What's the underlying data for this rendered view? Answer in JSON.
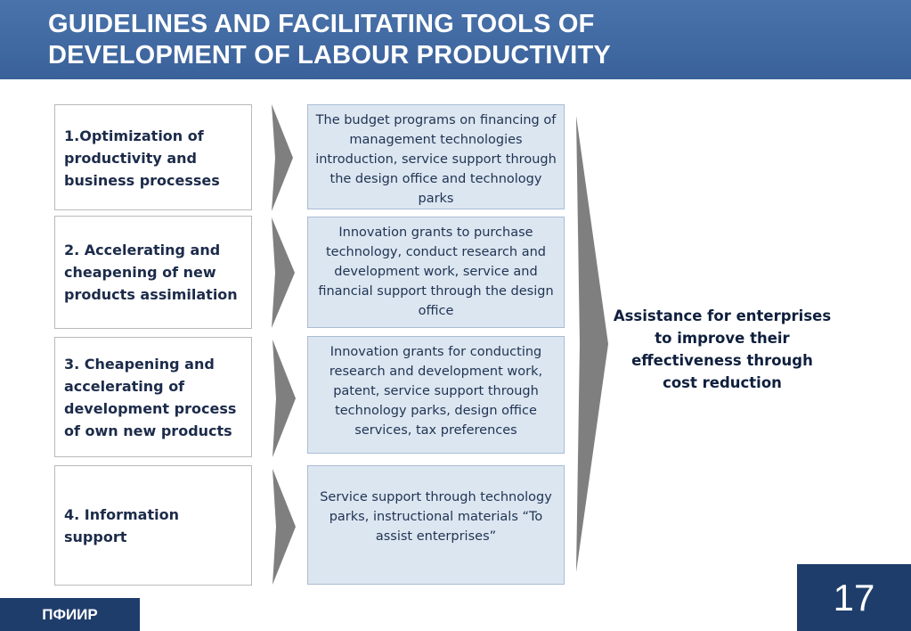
{
  "slide": {
    "title": "GUIDELINES AND FACILITATING TOOLS OF\nDEVELOPMENT OF LABOUR PRODUCTIVITY",
    "footer_label": "ПФИИР",
    "page_number": "17"
  },
  "guidelines": [
    {
      "label": "1.Optimization of productivity and business processes",
      "tool": "The budget programs on financing of management technologies introduction, service support through the design office and technology parks"
    },
    {
      "label": "2. Accelerating and cheapening of new products assimilation",
      "tool": "Innovation grants to purchase technology, conduct research and development work, service and financial support through the design office"
    },
    {
      "label": "3. Cheapening and accelerating of development process of own new products",
      "tool": "Innovation grants for conducting research and development work, patent, service support through technology parks, design office services, tax preferences"
    },
    {
      "label": "4. Information support",
      "tool": "Service support through technology parks, instructional materials “To assist enterprises”"
    }
  ],
  "result": "Assistance for enterprises to improve their effectiveness through cost reduction",
  "colors": {
    "header": "#3a619a",
    "footer": "#1f3d6b",
    "tool_box_fill": "#dce6f1",
    "arrow": "#7f7f7f"
  }
}
